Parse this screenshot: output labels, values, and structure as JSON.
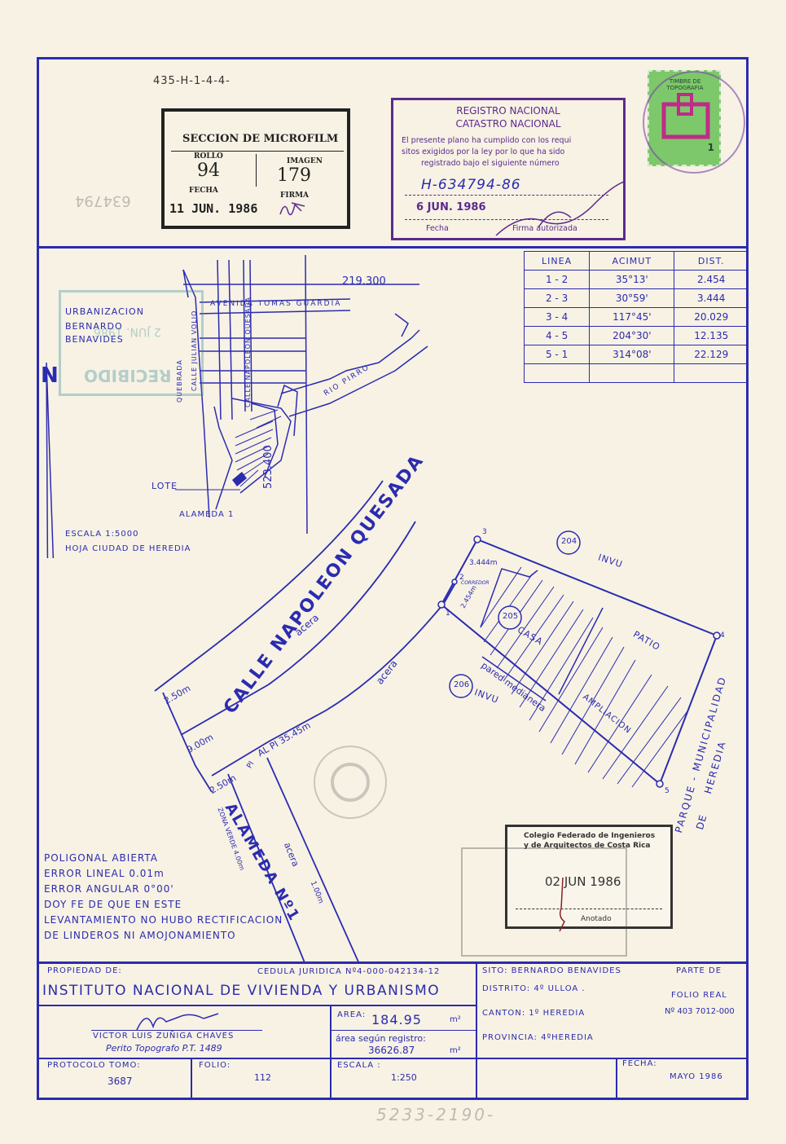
{
  "header": {
    "ref_code": "435-H-1-4-4-",
    "side_number": "634794"
  },
  "microfilm_stamp": {
    "title": "SECCION DE MICROFILM",
    "rollo_label": "ROLLO",
    "rollo_value": "94",
    "imagen_label": "IMAGEN",
    "imagen_value": "179",
    "fecha_label": "FECHA",
    "fecha_value": "11 JUN. 1986",
    "firma_label": "FIRMA"
  },
  "registry_stamp": {
    "line1": "REGISTRO NACIONAL",
    "line2": "CATASTRO NACIONAL",
    "text1": "El presente plano ha cumplido con los requi",
    "text2": "sitos exigidos por la ley por lo que ha sido",
    "text3": "registrado bajo el siguiente número",
    "number": "H-634794-86",
    "date": "6 JUN. 1986",
    "fecha_label": "Fecha",
    "firma_label": "Firma autorizada"
  },
  "tax_stamp": {
    "text": "TIMBRE DE TOPOGRAFIA",
    "value": "1"
  },
  "bearing_table": {
    "headers": [
      "LINEA",
      "ACIMUT",
      "DIST."
    ],
    "rows": [
      [
        "1 - 2",
        "35°13'",
        "2.454"
      ],
      [
        "2 - 3",
        "30°59'",
        "3.444"
      ],
      [
        "3 - 4",
        "117°45'",
        "20.029"
      ],
      [
        "4 - 5",
        "204°30'",
        "12.135"
      ],
      [
        "5 - 1",
        "314°08'",
        "22.129"
      ],
      [
        "",
        "",
        ""
      ]
    ]
  },
  "location_map": {
    "north": "N",
    "coord_x": "219.300",
    "coord_y": "523.400",
    "urbanizacion": "URBANIZACION",
    "bernardo": "BERNARDO",
    "benavides": "BENAVIDES",
    "avenida": "AVENIDA TOMAS GUARDIA",
    "quebrada": "QUEBRADA",
    "calle_julian": "CALLE JULIAN VOLIO",
    "calle_napoleon": "CALLE NAPOLEON QUESADA",
    "rio": "RIO PIRRO",
    "lote": "LOTE",
    "alameda": "ALAMEDA 1",
    "escala": "ESCALA 1:5000",
    "hoja": "HOJA  CIUDAD DE HEREDIA",
    "faded_stamp_date": "2 JUN. 1986",
    "faded_stamp_word": "RECIBIDO"
  },
  "plan": {
    "calle": "CALLE  NAPOLEON  QUESADA",
    "acera1": "acera",
    "acera2": "acera",
    "w250a": "2.50m",
    "w900": "9.00m",
    "w250b": "2.50m",
    "pi": "PI",
    "al_pi": "AL PI 35.45m",
    "alameda": "ALAMEDA Nº1",
    "zona_verde": "ZONA VERDE 4.00m",
    "acera3": "acera",
    "w100": "1.00m",
    "lot204": "204",
    "invu1": "INVU",
    "lot205": "205",
    "casa": "CASA",
    "patio": "PATIO",
    "ampliacion": "AMPLIACION",
    "pared": "pared medianera",
    "lot206": "206",
    "invu2": "INVU",
    "parque1": "PARQUE - MUNICIPALIDAD",
    "parque2": "DE",
    "parque3": "HEREDIA",
    "d3444": "3.444m",
    "d2454": "2.454m",
    "corredor": "CORREDOR",
    "v1": "1",
    "v2": "2",
    "v3": "3",
    "v4": "4",
    "v5": "5"
  },
  "notes": [
    "POLIGONAL ABIERTA",
    "ERROR LINEAL 0.01m",
    "ERROR ANGULAR 0°00'",
    "DOY FE DE QUE EN ESTE",
    "LEVANTAMIENTO NO HUBO RECTIFICACION",
    "DE LINDEROS NI AMOJONAMIENTO"
  ],
  "colegio_stamp": {
    "line1": "Colegio Federado de Ingenieros",
    "line2": "y de Arquitectos de Costa Rica",
    "date": "02 JUN 1986",
    "footer": "Anotado"
  },
  "title_block": {
    "propiedad_label": "PROPIEDAD DE:",
    "cedula": "CEDULA JURIDICA Nº4-000-042134-12",
    "owner": "INSTITUTO NACIONAL DE VIVIENDA Y URBANISMO",
    "sitio": "SITO: BERNARDO BENAVIDES",
    "distrito": "DISTRITO: 4º ULLOA .",
    "canton": "CANTON: 1º  HEREDIA",
    "provincia": "PROVINCIA: 4ºHEREDIA",
    "parte_de": "PARTE DE",
    "folio_real": "FOLIO REAL",
    "folio_num": "Nº 403 7012-000",
    "surveyor_name": "VICTOR LUIS ZUÑIGA CHAVES",
    "surveyor_title": "Perito Topografo  P.T. 1489",
    "area_label": "AREA:",
    "area_value": "184.95",
    "area_unit": "m²",
    "area_reg_label": "área según registro:",
    "area_reg_value": "36626.87",
    "area_reg_unit": "m²",
    "protocolo_label": "PROTOCOLO TOMO:",
    "protocolo_value": "3687",
    "folio_label": "FOLIO:",
    "folio_value": "112",
    "escala_label": "ESCALA :",
    "escala_value": "1:250",
    "fecha_label": "FECHA:",
    "fecha_value": "MAYO 1986"
  },
  "footer": {
    "handwritten": "5233-2190-"
  }
}
